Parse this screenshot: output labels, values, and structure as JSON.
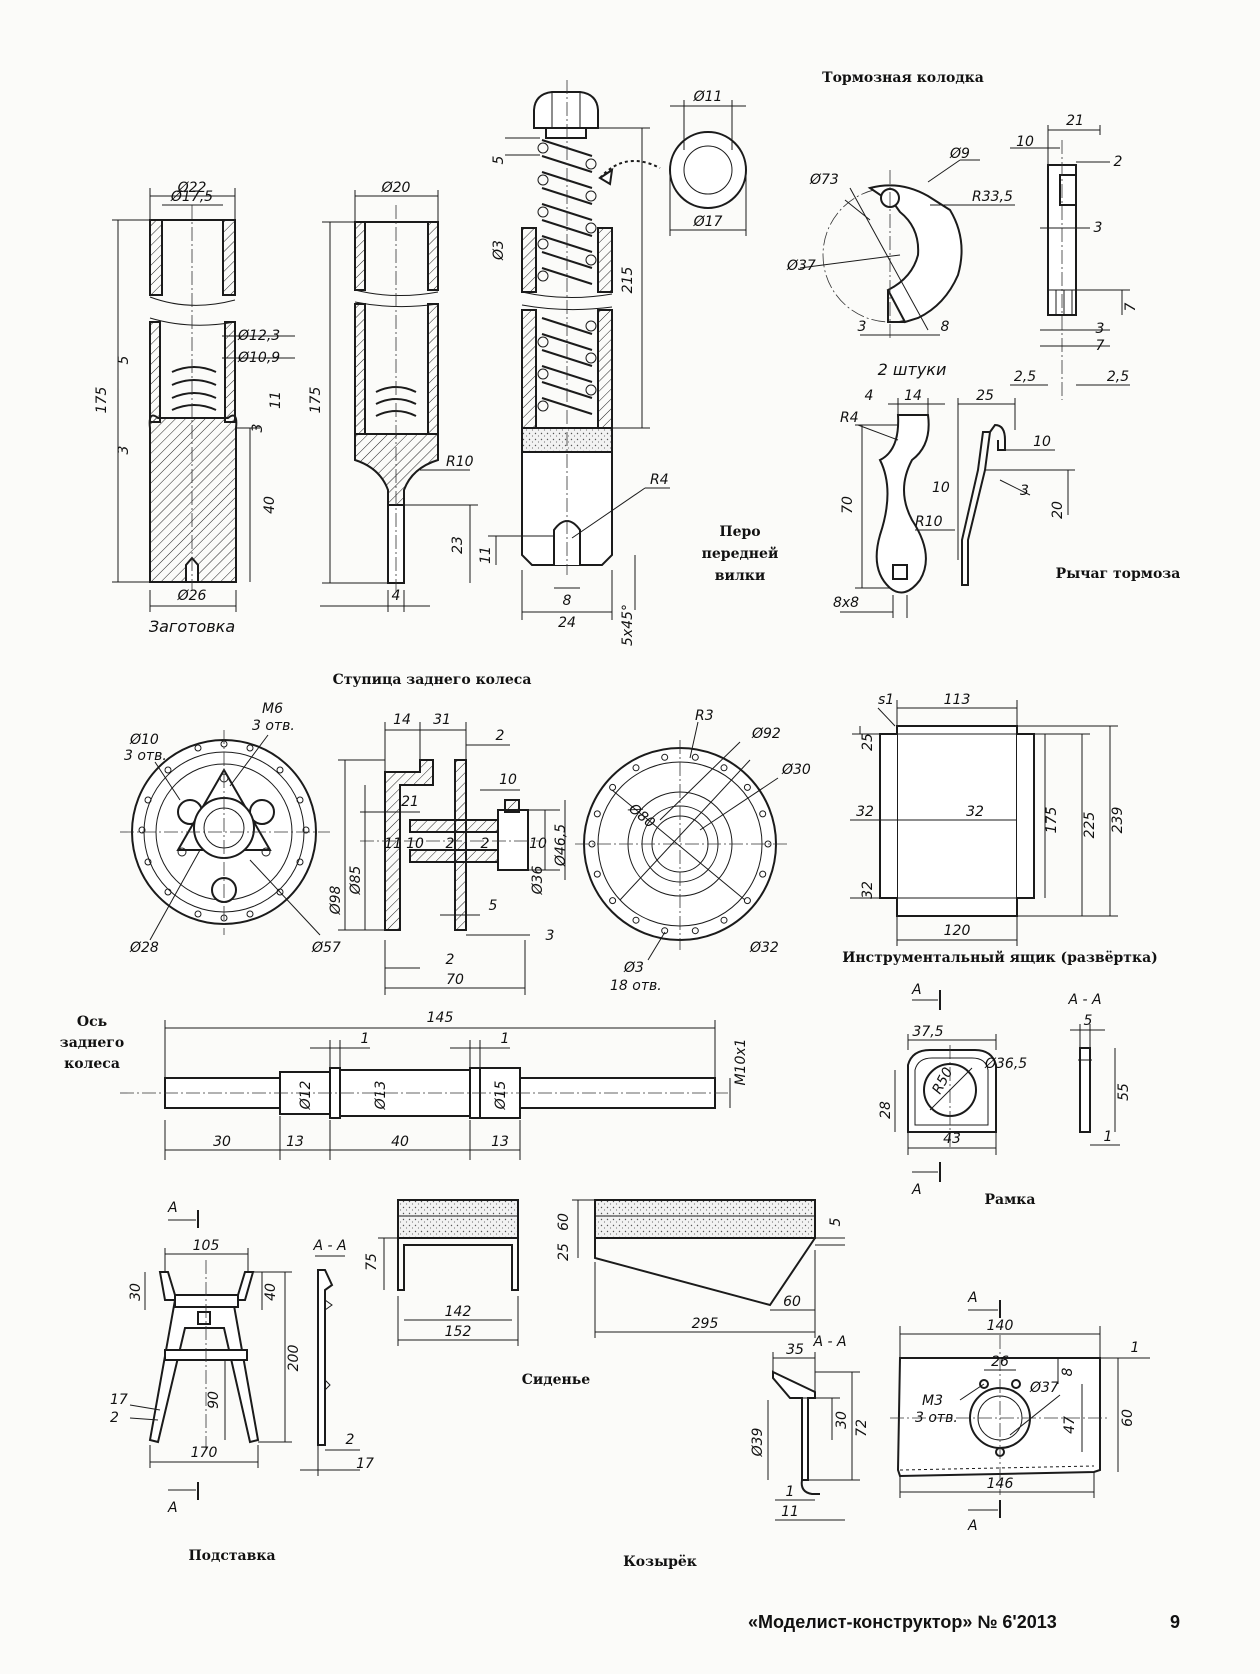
{
  "captions": {
    "brake_shoe": "Тормозная колодка",
    "fork_leg_1": "Перо",
    "fork_leg_2": "передней",
    "fork_leg_3": "вилки",
    "brake_lever": "Рычаг тормоза",
    "rear_hub": "Ступица заднего колеса",
    "tool_box": "Инструментальный ящик (развёртка)",
    "axle_1": "Ось",
    "axle_2": "заднего",
    "axle_3": "колеса",
    "frame": "Рамка",
    "seat": "Сиденье",
    "stand": "Подставка",
    "visor": "Козырёк",
    "blank": "Заготовка",
    "two_pcs": "2 штуки"
  },
  "footer": {
    "magazine": "«Моделист-конструктор» № 6'2013",
    "page": "9"
  },
  "dims": {
    "blank": [
      "Ø22",
      "Ø17,5",
      "Ø12,3",
      "Ø10,9",
      "175",
      "5",
      "11",
      "3",
      "3",
      "40",
      "Ø26"
    ],
    "tube2": [
      "Ø20",
      "175",
      "R10",
      "23",
      "4"
    ],
    "fork": [
      "5",
      "Ø3",
      "215",
      "R4",
      "11",
      "8",
      "24",
      "5x45°"
    ],
    "bushing": [
      "Ø11",
      "Ø17"
    ],
    "shoe": [
      "Ø73",
      "Ø9",
      "R33,5",
      "Ø37",
      "3",
      "8",
      "21",
      "10",
      "2",
      "3",
      "7",
      "3",
      "7",
      "2,5",
      "2,5"
    ],
    "lever": [
      "4",
      "14",
      "R4",
      "70",
      "10",
      "R10",
      "8x8",
      "25",
      "10",
      "3",
      "20"
    ],
    "hub_front": [
      "Ø10",
      "3 отв.",
      "M6",
      "3 отв.",
      "Ø28",
      "Ø57"
    ],
    "hub_side": [
      "14",
      "31",
      "2",
      "21",
      "10",
      "11",
      "10",
      "2",
      "2",
      "10",
      "Ø85",
      "Ø98",
      "Ø36",
      "Ø46,5",
      "5",
      "3",
      "2",
      "70"
    ],
    "hub_back": [
      "R3",
      "Ø92",
      "Ø30",
      "Ø80",
      "Ø32",
      "Ø3",
      "18 отв."
    ],
    "box": [
      "s1",
      "113",
      "25",
      "32",
      "32",
      "175",
      "225",
      "239",
      "32",
      "120"
    ],
    "axle": [
      "145",
      "1",
      "1",
      "M10x1",
      "Ø12",
      "Ø13",
      "Ø15",
      "30",
      "13",
      "40",
      "13"
    ],
    "frame_dims": [
      "A",
      "A - A",
      "37,5",
      "5",
      "Ø36,5",
      "R50",
      "28",
      "55",
      "43",
      "1",
      "A"
    ],
    "stand_dims": [
      "A",
      "105",
      "A - A",
      "30",
      "40",
      "200",
      "17",
      "2",
      "90",
      "170",
      "2",
      "17",
      "A"
    ],
    "seat_dims": [
      "75",
      "142",
      "152",
      "60",
      "25",
      "5",
      "60",
      "295"
    ],
    "visor_dims": [
      "A - A",
      "35",
      "30",
      "72",
      "Ø39",
      "1",
      "11",
      "A",
      "140",
      "1",
      "26",
      "8",
      "M3",
      "3 отв.",
      "Ø37",
      "47",
      "60",
      "146",
      "A"
    ]
  }
}
